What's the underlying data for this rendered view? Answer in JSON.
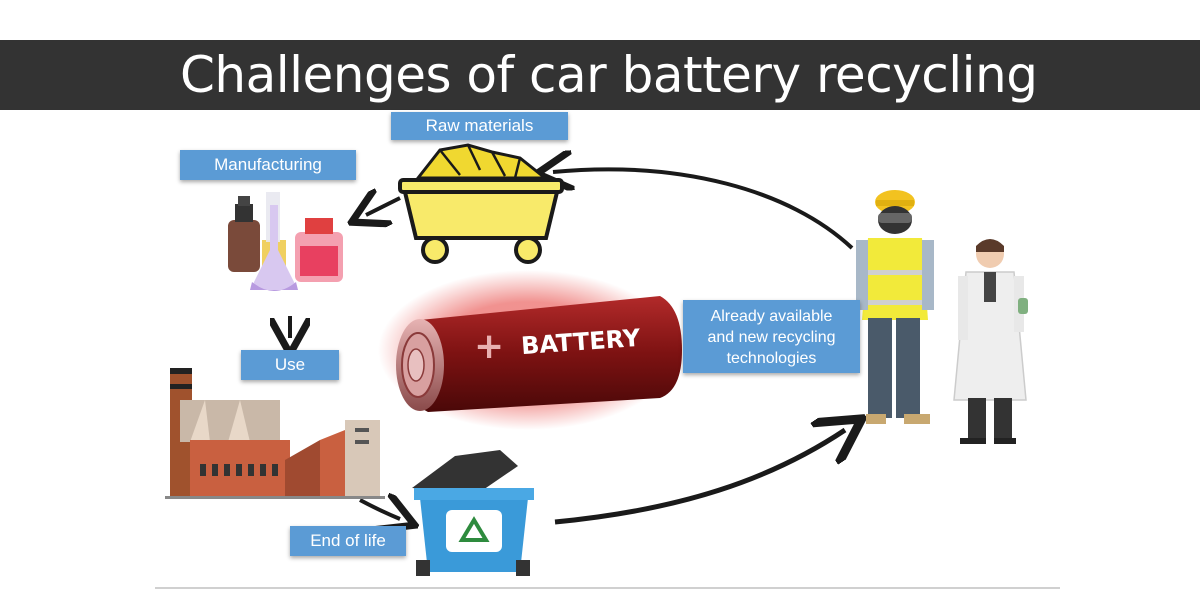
{
  "title": "Challenges of car battery recycling",
  "labels": {
    "raw_materials": "Raw materials",
    "manufacturing": "Manufacturing",
    "use": "Use",
    "end_of_life": "End of life",
    "recycling_line1": "Already available",
    "recycling_line2": "and new recycling",
    "recycling_line3": "technologies"
  },
  "battery": {
    "text": "BATTERY",
    "plus": "+"
  },
  "colors": {
    "title_bar": "#333333",
    "label_bg": "#5b9bd5",
    "battery_body": "#8b1a1a",
    "cart_yellow": "#f5e350",
    "bin_blue": "#3a9ad9"
  }
}
